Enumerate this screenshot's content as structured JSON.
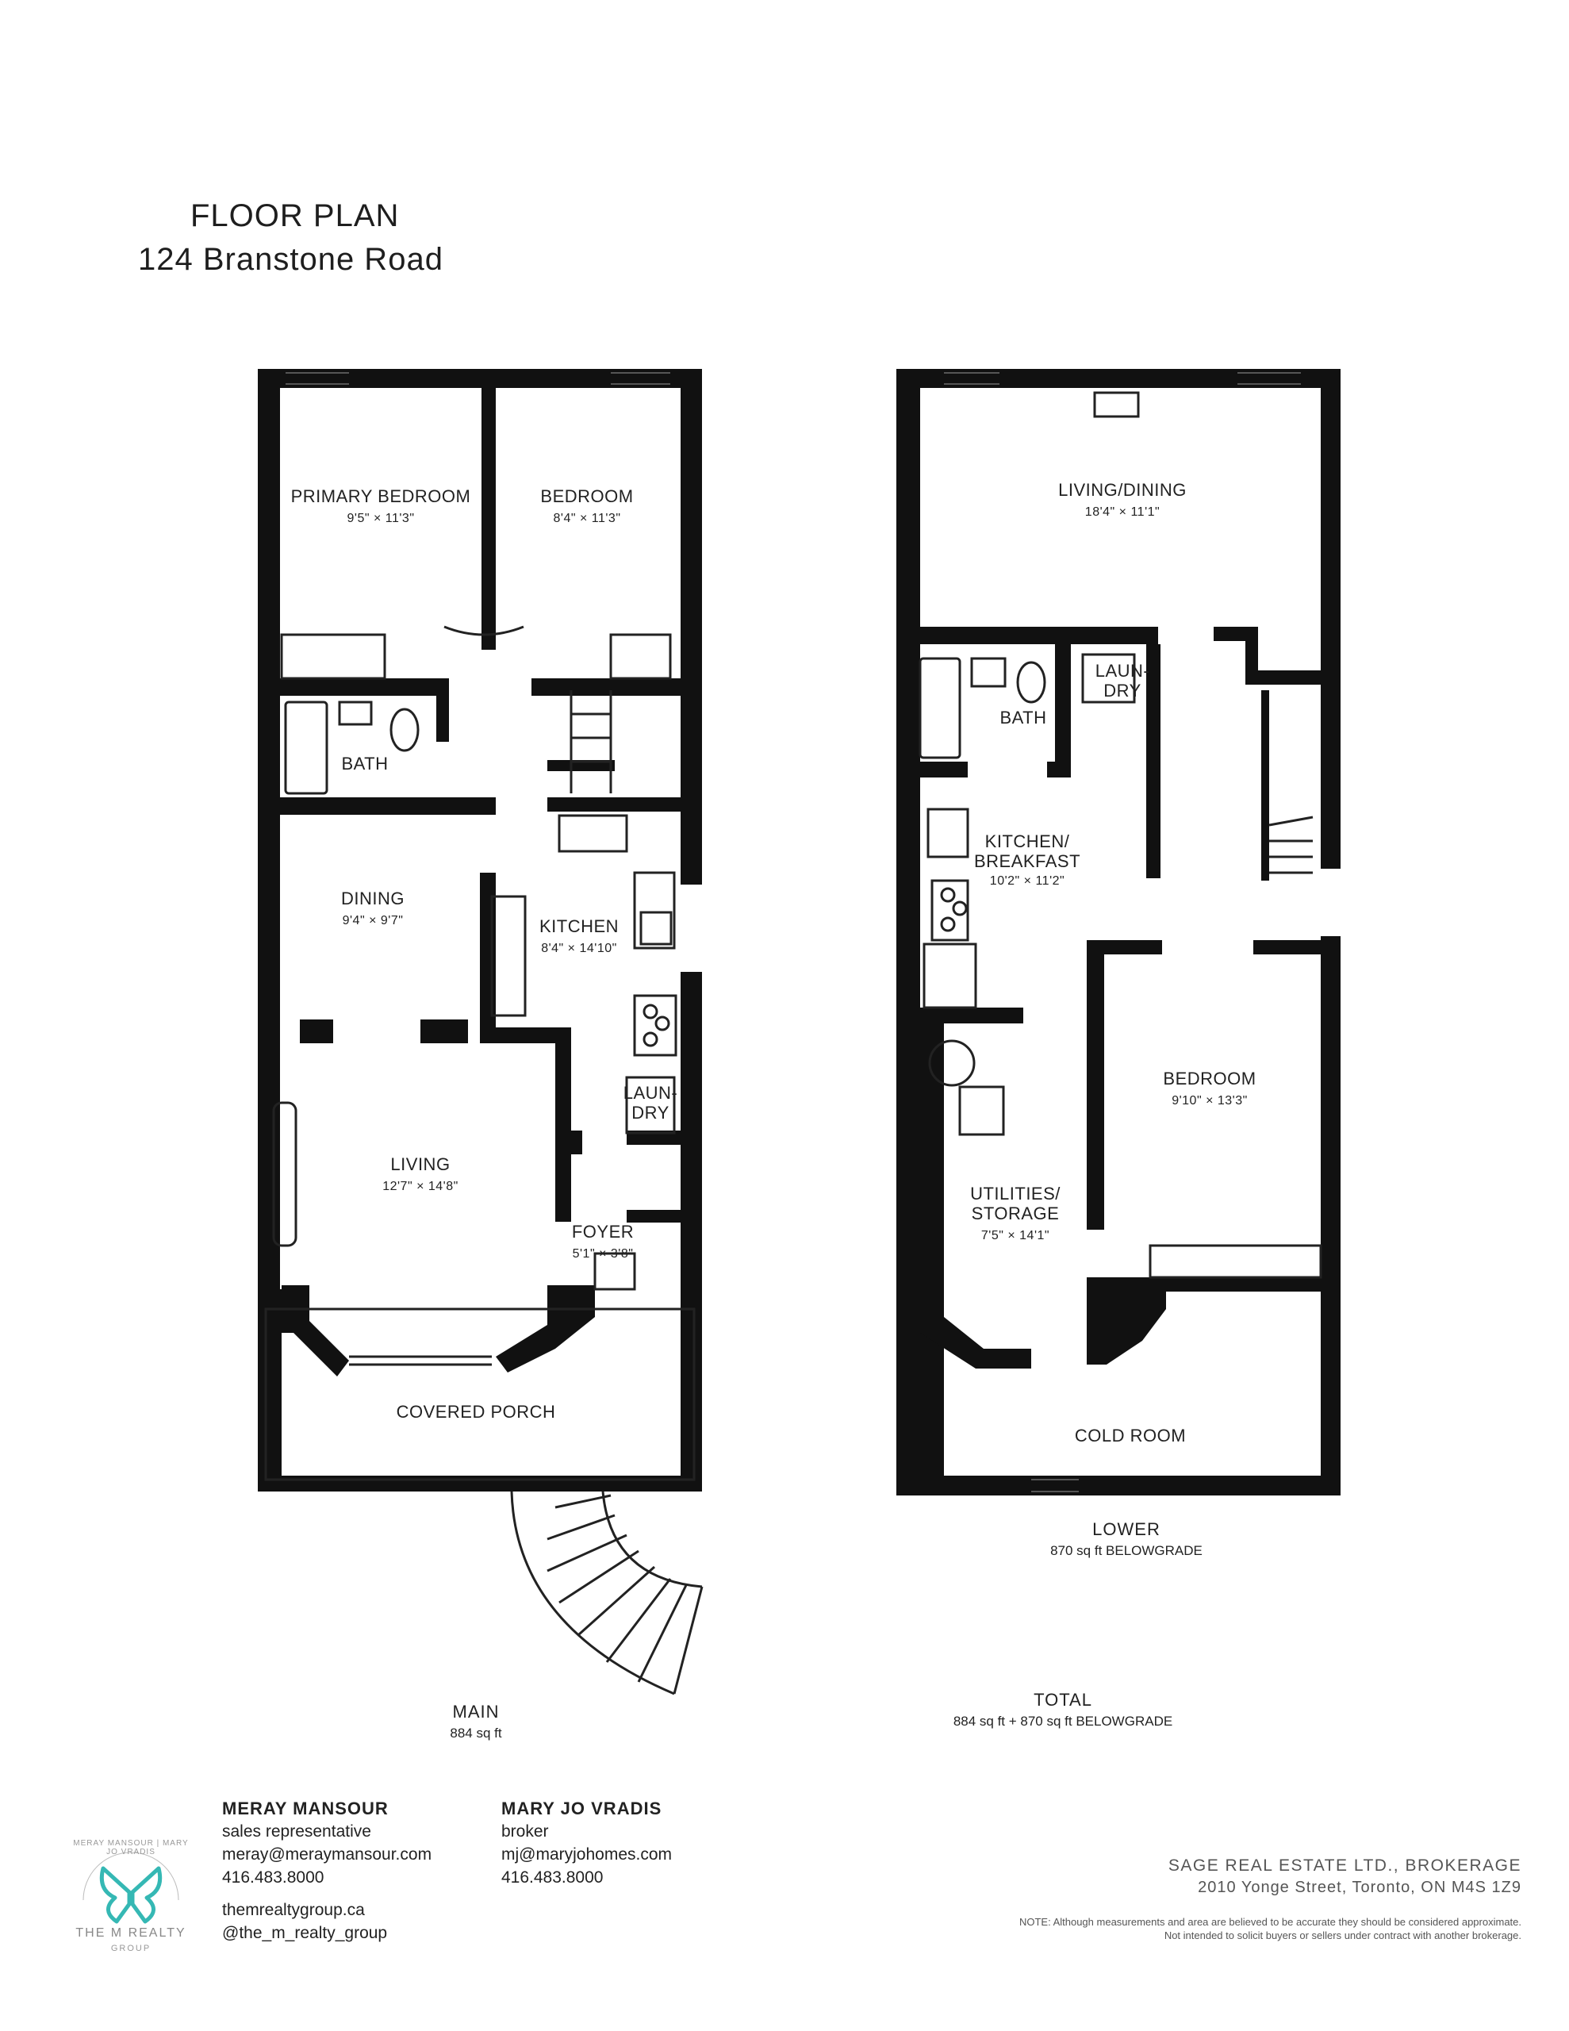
{
  "header": {
    "title": "FLOOR PLAN",
    "address": "124 Branstone Road"
  },
  "main_floor": {
    "caption": "MAIN",
    "area": "884 sq ft",
    "rooms": [
      {
        "name": "PRIMARY BEDROOM",
        "dims": "9'5\" × 11'3\""
      },
      {
        "name": "BEDROOM",
        "dims": "8'4\" × 11'3\""
      },
      {
        "name": "BATH",
        "dims": ""
      },
      {
        "name": "DINING",
        "dims": "9'4\" × 9'7\""
      },
      {
        "name": "KITCHEN",
        "dims": "8'4\" × 14'10\""
      },
      {
        "name": "LAUN-",
        "dims": "DRY"
      },
      {
        "name": "LIVING",
        "dims": "12'7\" × 14'8\""
      },
      {
        "name": "FOYER",
        "dims": "5'1\" × 3'8\""
      },
      {
        "name": "COVERED PORCH",
        "dims": ""
      }
    ]
  },
  "lower_floor": {
    "caption": "LOWER",
    "area": "870 sq ft BELOWGRADE",
    "rooms": [
      {
        "name": "LIVING/DINING",
        "dims": "18'4\" × 11'1\""
      },
      {
        "name": "BATH",
        "dims": ""
      },
      {
        "name": "LAUN-",
        "dims": "DRY"
      },
      {
        "name": "KITCHEN/",
        "dims": "BREAKFAST"
      },
      {
        "name": "10'2\" × 11'2\"",
        "dims": ""
      },
      {
        "name": "BEDROOM",
        "dims": "9'10\" × 13'3\""
      },
      {
        "name": "UTILITIES/",
        "dims": "STORAGE"
      },
      {
        "name": "7'5\" × 14'1\"",
        "dims": ""
      },
      {
        "name": "COLD ROOM",
        "dims": ""
      }
    ]
  },
  "total": {
    "caption": "TOTAL",
    "area": "884 sq ft + 870 sq ft BELOWGRADE"
  },
  "agents": [
    {
      "name": "MERAY MANSOUR",
      "role": "sales representative",
      "email": "meray@meraymansour.com",
      "phone": "416.483.8000",
      "website": "themrealtygroup.ca",
      "social": "@the_m_realty_group"
    },
    {
      "name": "MARY JO VRADIS",
      "role": "broker",
      "email": "mj@maryjohomes.com",
      "phone": "416.483.8000"
    }
  ],
  "logo": {
    "arc_text": "MERAY MANSOUR | MARY JO VRADIS",
    "name": "THE M REALTY",
    "sub": "GROUP",
    "color": "#35b8b4"
  },
  "brokerage": {
    "name": "SAGE REAL ESTATE LTD., BROKERAGE",
    "address": "2010 Yonge Street, Toronto, ON M4S 1Z9",
    "note1": "NOTE: Although measurements and area are believed to be accurate they should be considered approximate.",
    "note2": "Not intended to solicit buyers or sellers under contract with another brokerage."
  }
}
